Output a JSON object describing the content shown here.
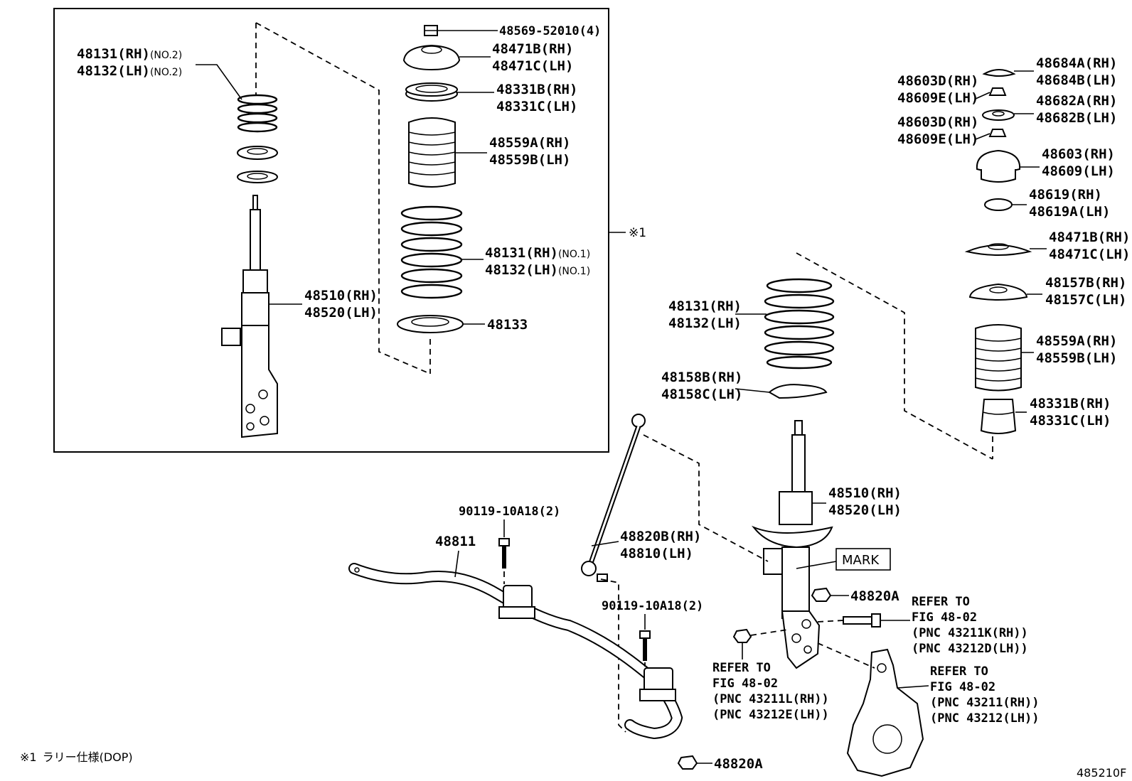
{
  "figure_code": "485210F",
  "footnote": {
    "mark": "※1",
    "text": "ラリー仕様(DOP)"
  },
  "boxed_group_mark": "※1",
  "inset_labels": {
    "spring_no2": {
      "line1": "48131(RH)",
      "line1_note": "(NO.2)",
      "line2": "48132(LH)",
      "line2_note": "(NO.2)"
    },
    "nut": "48569-52010(4)",
    "support": {
      "line1": "48471B(RH)",
      "line2": "48471C(LH)"
    },
    "bumper_seat": {
      "line1": "48331B(RH)",
      "line2": "48331C(LH)"
    },
    "boot": {
      "line1": "48559A(RH)",
      "line2": "48559B(LH)"
    },
    "spring_no1": {
      "line1": "48131(RH)",
      "line1_note": "(NO.1)",
      "line2": "48132(LH)",
      "line2_note": "(NO.1)"
    },
    "absorber": {
      "line1": "48510(RH)",
      "line2": "48520(LH)"
    },
    "seat_lower": "48133"
  },
  "right_labels": {
    "cap": {
      "line1": "48684A(RH)",
      "line2": "48684B(LH)"
    },
    "nut1": {
      "line1": "48603D(RH)",
      "line2": "48609E(LH)"
    },
    "retainer": {
      "line1": "48682A(RH)",
      "line2": "48682B(LH)"
    },
    "nut2": {
      "line1": "48603D(RH)",
      "line2": "48609E(LH)"
    },
    "mount": {
      "line1": "48603(RH)",
      "line2": "48609(LH)"
    },
    "bearing": {
      "line1": "48619(RH)",
      "line2": "48619A(LH)"
    },
    "support": {
      "line1": "48471B(RH)",
      "line2": "48471C(LH)"
    },
    "upper_seat": {
      "line1": "48157B(RH)",
      "line2": "48157C(LH)"
    },
    "boot": {
      "line1": "48559A(RH)",
      "line2": "48559B(LH)"
    },
    "bumper": {
      "line1": "48331B(RH)",
      "line2": "48331C(LH)"
    }
  },
  "main_labels": {
    "spring": {
      "line1": "48131(RH)",
      "line2": "48132(LH)"
    },
    "insulator": {
      "line1": "48158B(RH)",
      "line2": "48158C(LH)"
    },
    "absorber": {
      "line1": "48510(RH)",
      "line2": "48520(LH)"
    },
    "mark": "MARK",
    "nut_a1": "48820A",
    "nut_a2": "48820A",
    "link": {
      "line1": "48820B(RH)",
      "line2": "48810(LH)"
    },
    "bolt1": "90119-10A18(2)",
    "bolt2": "90119-10A18(2)",
    "stabilizer": "48811"
  },
  "refer_notes": {
    "bolt": {
      "line1": "REFER TO",
      "line2": "FIG 48-02",
      "line3": "(PNC 43211K(RH))",
      "line4": "(PNC 43212D(LH))"
    },
    "nut": {
      "line1": "REFER TO",
      "line2": "FIG 48-02",
      "line3": "(PNC 43211L(RH))",
      "line4": "(PNC 43212E(LH))"
    },
    "knuckle": {
      "line1": "REFER TO",
      "line2": "FIG 48-02",
      "line3": "(PNC 43211(RH))",
      "line4": "(PNC 43212(LH))"
    }
  }
}
